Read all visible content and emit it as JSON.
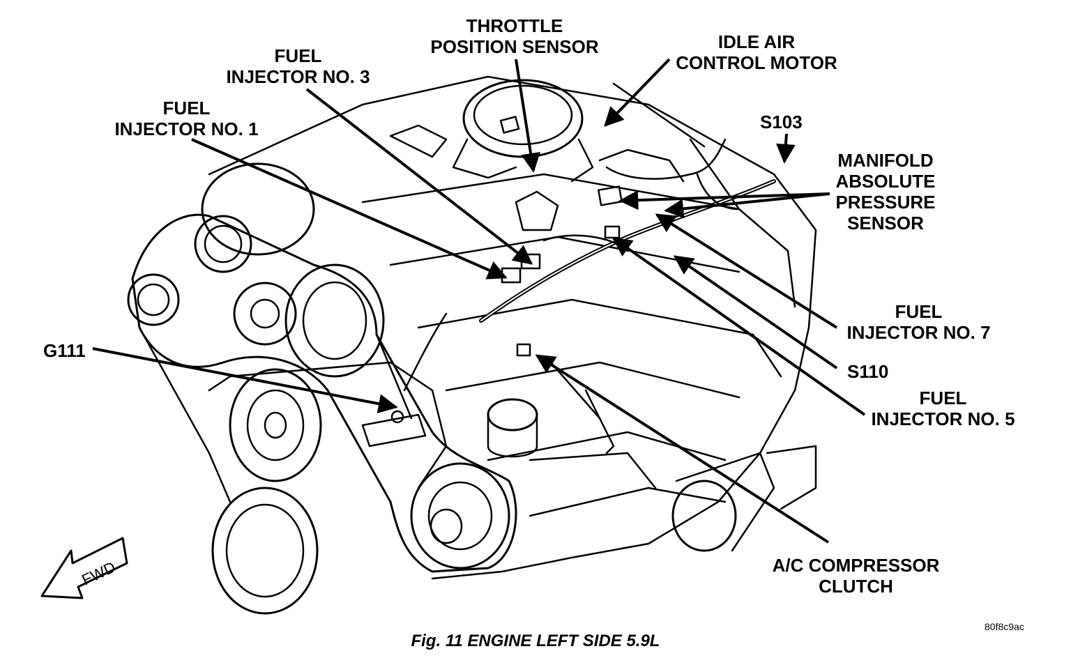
{
  "labels": {
    "throttle_position_sensor": [
      "THROTTLE",
      "POSITION SENSOR"
    ],
    "idle_air_control_motor": [
      "IDLE AIR",
      "CONTROL MOTOR"
    ],
    "fuel_injector_3": [
      "FUEL",
      "INJECTOR NO. 3"
    ],
    "fuel_injector_1": [
      "FUEL",
      "INJECTOR NO. 1"
    ],
    "s103": [
      "S103"
    ],
    "map_sensor": [
      "MANIFOLD",
      "ABSOLUTE",
      "PRESSURE",
      "SENSOR"
    ],
    "fuel_injector_7": [
      "FUEL",
      "INJECTOR NO. 7"
    ],
    "s110": [
      "S110"
    ],
    "fuel_injector_5": [
      "FUEL",
      "INJECTOR NO. 5"
    ],
    "g111": [
      "G111"
    ],
    "ac_compressor_clutch": [
      "A/C COMPRESSOR",
      "CLUTCH"
    ],
    "fwd": "FWD"
  },
  "caption": "Fig. 11 ENGINE LEFT SIDE 5.9L",
  "figure_code": "80f8c9ac"
}
